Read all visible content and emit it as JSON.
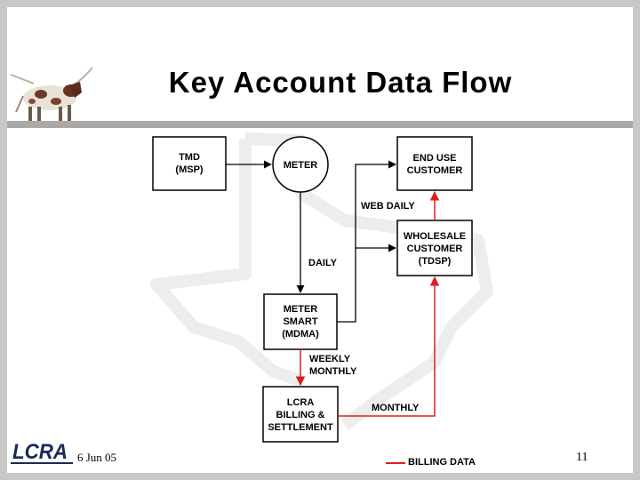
{
  "slide": {
    "title": "Key Account Data Flow",
    "date": "6 Jun 05",
    "page_number": "11"
  },
  "logo": {
    "text": "LCRA"
  },
  "diagram": {
    "nodes": {
      "tmd": [
        "TMD",
        "(MSP)"
      ],
      "meter": [
        "METER"
      ],
      "end_use": [
        "END USE",
        "CUSTOMER"
      ],
      "wholesale": [
        "WHOLESALE",
        "CUSTOMER",
        "(TDSP)"
      ],
      "meter_smart": [
        "METER",
        "SMART",
        "(MDMA)"
      ],
      "lcra_billing": [
        "LCRA",
        "BILLING &",
        "SETTLEMENT"
      ]
    },
    "edges": {
      "web_daily": "WEB DAILY",
      "daily": "DAILY",
      "weekly_monthly": [
        "WEEKLY",
        "MONTHLY"
      ],
      "monthly": "MONTHLY"
    },
    "legend": {
      "billing_data": "BILLING DATA",
      "billing_color": "#d9211f"
    }
  }
}
